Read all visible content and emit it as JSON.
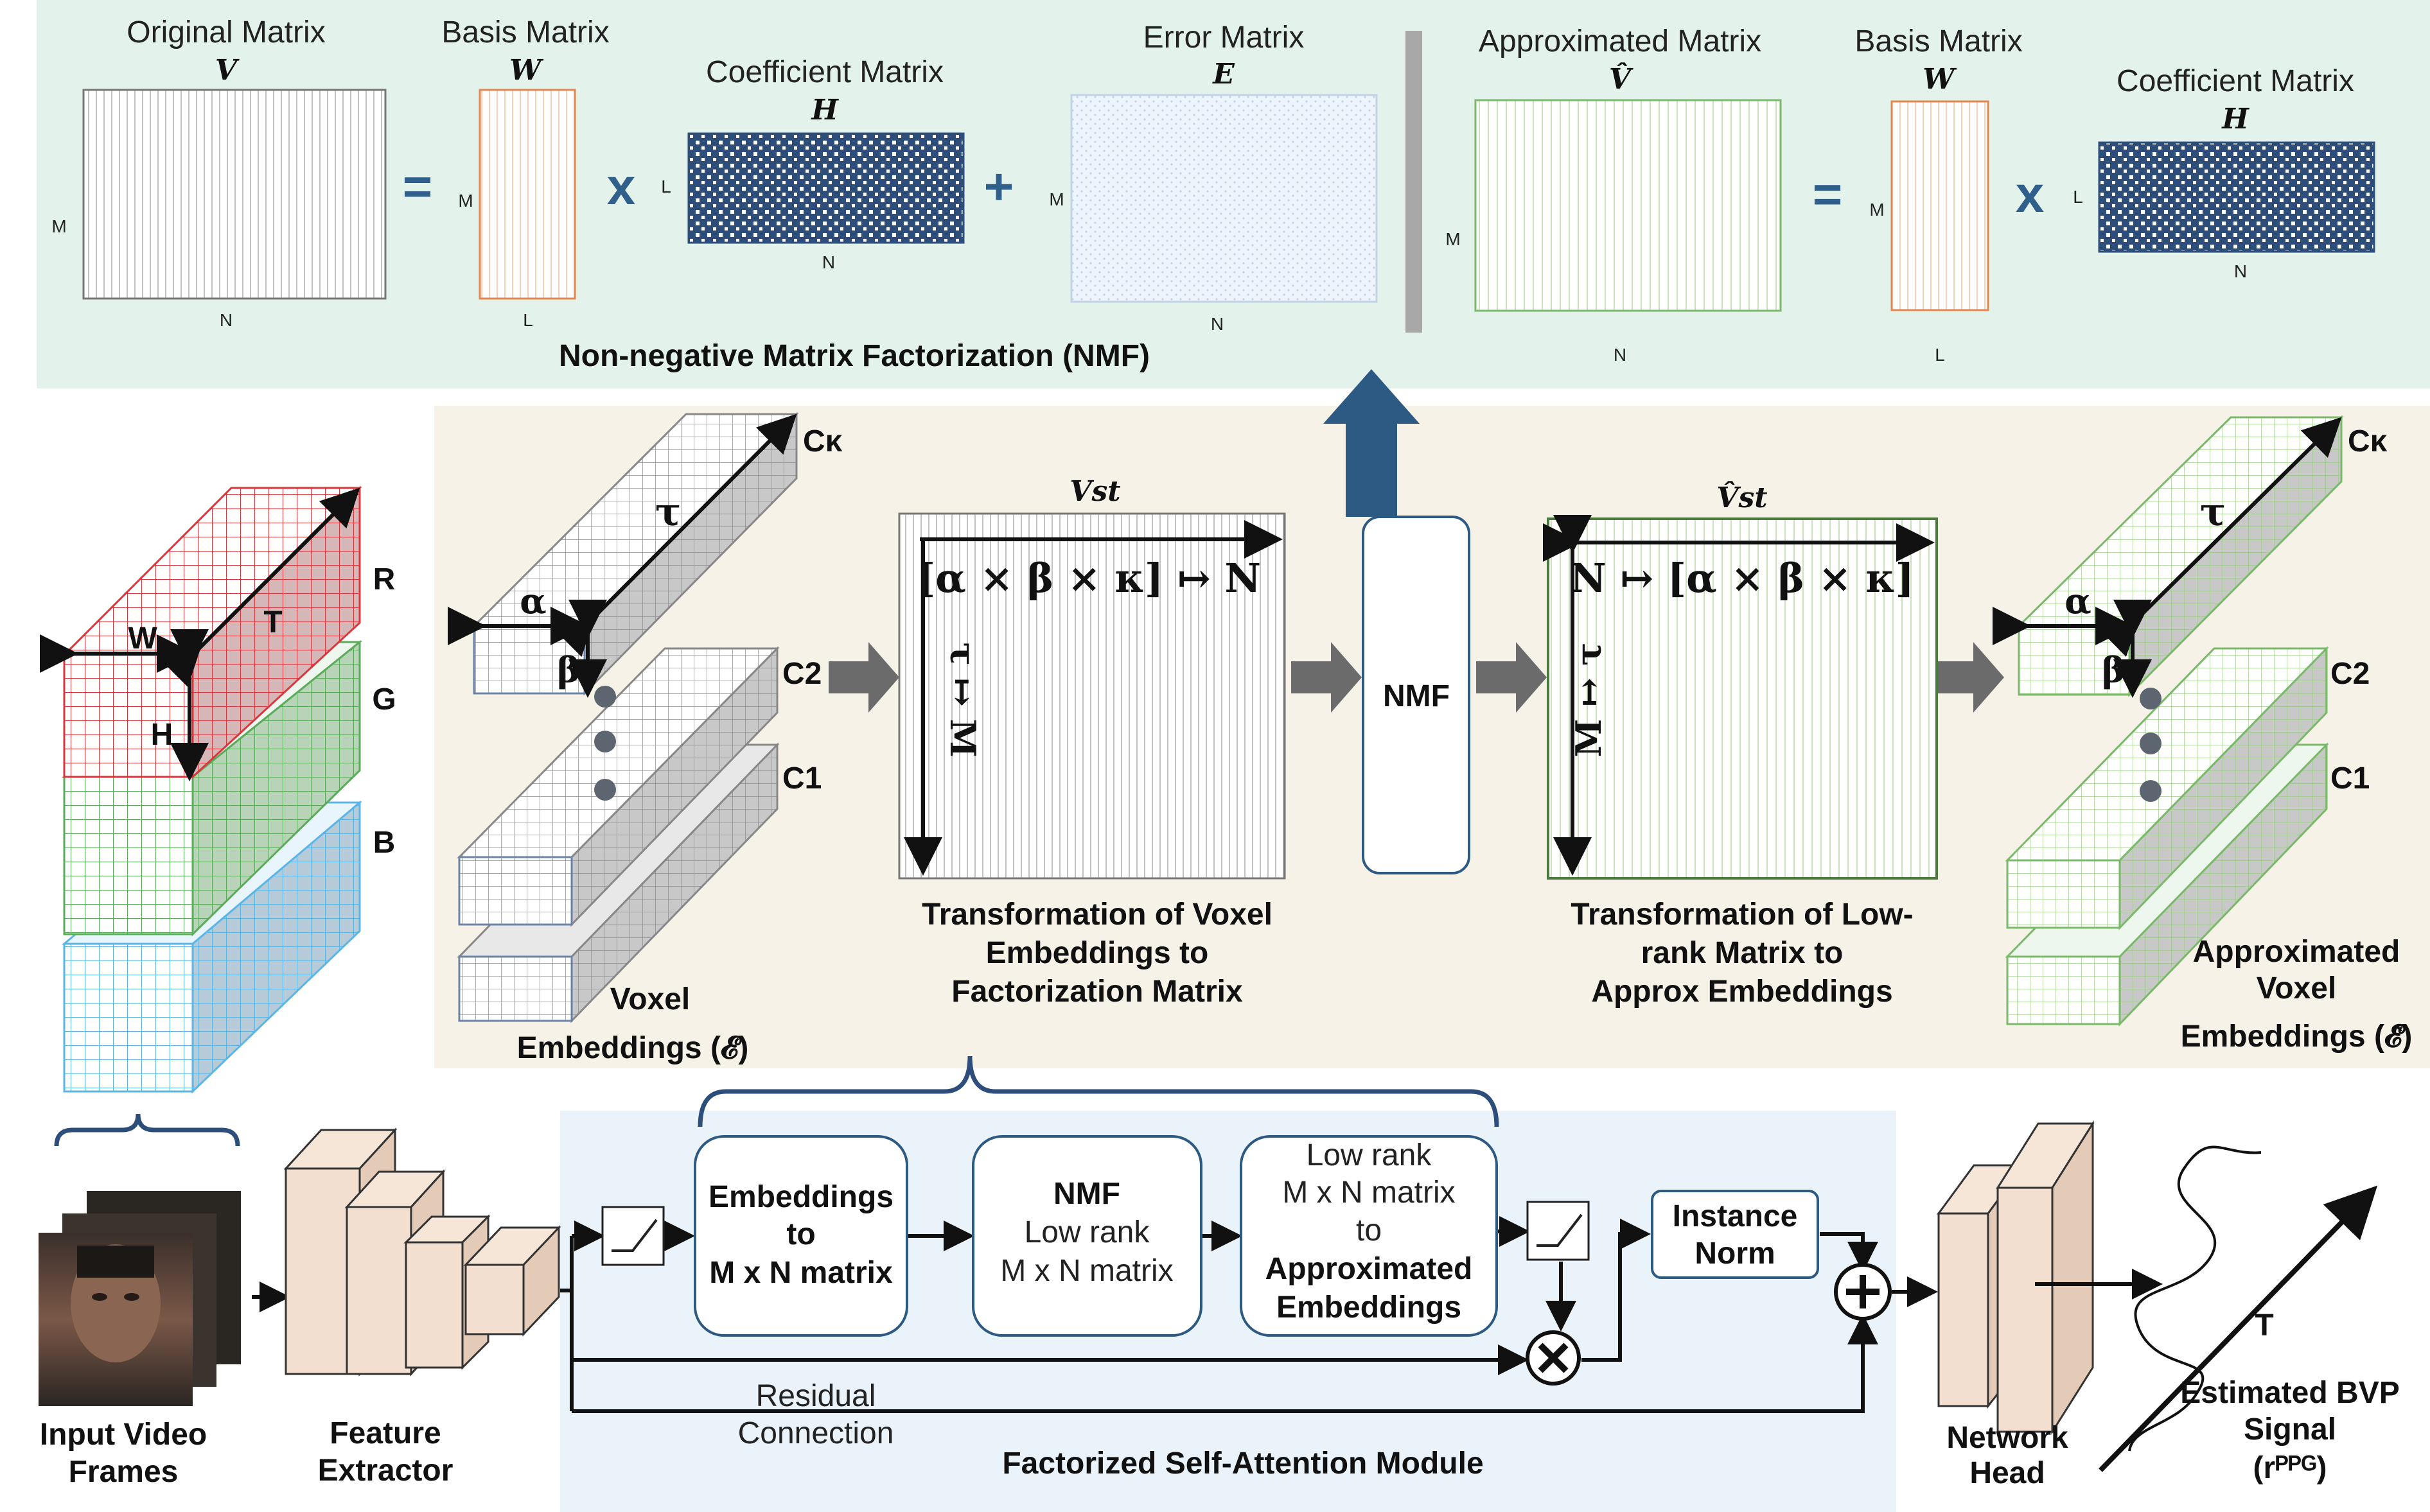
{
  "colors": {
    "nmf_panel_bg": "#e3f3ec",
    "middle_panel_bg": "#f6f2e7",
    "module_panel_bg": "#eaf3fa",
    "accent_blue": "#2f5f8a",
    "dark_arrow": "#6b6b6b",
    "red": "#d9363e",
    "green": "#5aab5a",
    "light_blue": "#5bb6e6",
    "orange": "#e3864f",
    "navy": "#2d4e7a",
    "skin": "#f3dfcf"
  },
  "nmf_panel": {
    "title": "Non-negative Matrix Factorization (NMF)",
    "original": {
      "label": "Original Matrix",
      "symbol": "V",
      "row_dim": "M",
      "col_dim": "N"
    },
    "basis_left": {
      "label": "Basis Matrix",
      "symbol": "W",
      "row_dim": "M",
      "col_dim": "L"
    },
    "coef_left": {
      "label": "Coefficient Matrix",
      "symbol": "H",
      "row_dim": "L",
      "col_dim": "N"
    },
    "error": {
      "label": "Error Matrix",
      "symbol": "E",
      "row_dim": "M",
      "col_dim": "N"
    },
    "approx": {
      "label": "Approximated Matrix",
      "symbol": "V̂",
      "row_dim": "M",
      "col_dim": "N"
    },
    "basis_right": {
      "label": "Basis Matrix",
      "symbol": "W",
      "row_dim": "M",
      "col_dim": "L"
    },
    "coef_right": {
      "label": "Coefficient Matrix",
      "symbol": "H",
      "row_dim": "L",
      "col_dim": "N"
    },
    "eq_sign": "=",
    "mult_sign": "x",
    "plus_sign": "+"
  },
  "rgb_cubes": {
    "labels": [
      "R",
      "G",
      "B"
    ],
    "width": "W",
    "height": "H",
    "time": "T"
  },
  "voxel": {
    "alpha": "α",
    "beta": "β",
    "tau": "τ",
    "channel_k": "Cκ",
    "channel_2": "C2",
    "channel_1": "C1",
    "caption_1": "Voxel",
    "caption_2": "Embeddings (𝓔)"
  },
  "vst_matrix": {
    "symbol": "Vst",
    "top_mapping": "[α × β × κ] ↦ N",
    "side_mapping": "τ ↦ M",
    "caption": [
      "Transformation of Voxel",
      "Embeddings to",
      "Factorization Matrix"
    ]
  },
  "nmf_block": {
    "label": "NMF"
  },
  "vst_hat_matrix": {
    "symbol": "V̂st",
    "top_mapping": "N ↦ [α × β × κ]",
    "side_mapping": "M ↦ τ",
    "caption": [
      "Transformation of Low-",
      "rank Matrix to",
      "Approx Embeddings"
    ]
  },
  "approx_voxel": {
    "alpha": "α",
    "beta": "β",
    "tau": "τ",
    "channel_k": "Cκ",
    "channel_2": "C2",
    "channel_1": "C1",
    "caption": [
      "Approximated",
      "Voxel",
      "Embeddings (𝓔̂)"
    ]
  },
  "pipeline": {
    "input_caption": [
      "Input Video",
      "Frames"
    ],
    "feature_caption": [
      "Feature",
      "Extractor"
    ],
    "module_title": "Factorized Self-Attention Module",
    "box1": [
      "Embeddings",
      "to",
      "M x N matrix"
    ],
    "box2": [
      "NMF",
      "Low rank",
      "M x N matrix"
    ],
    "box3": [
      "Low rank",
      "M x N matrix",
      "to",
      "Approximated",
      "Embeddings"
    ],
    "instance_norm": [
      "Instance",
      "Norm"
    ],
    "residual": [
      "Residual",
      "Connection"
    ],
    "head_caption": [
      "Network",
      "Head"
    ],
    "signal_axis": "T",
    "signal_caption": [
      "Estimated BVP",
      "Signal",
      "(rᴾᴾᴳ)"
    ]
  }
}
